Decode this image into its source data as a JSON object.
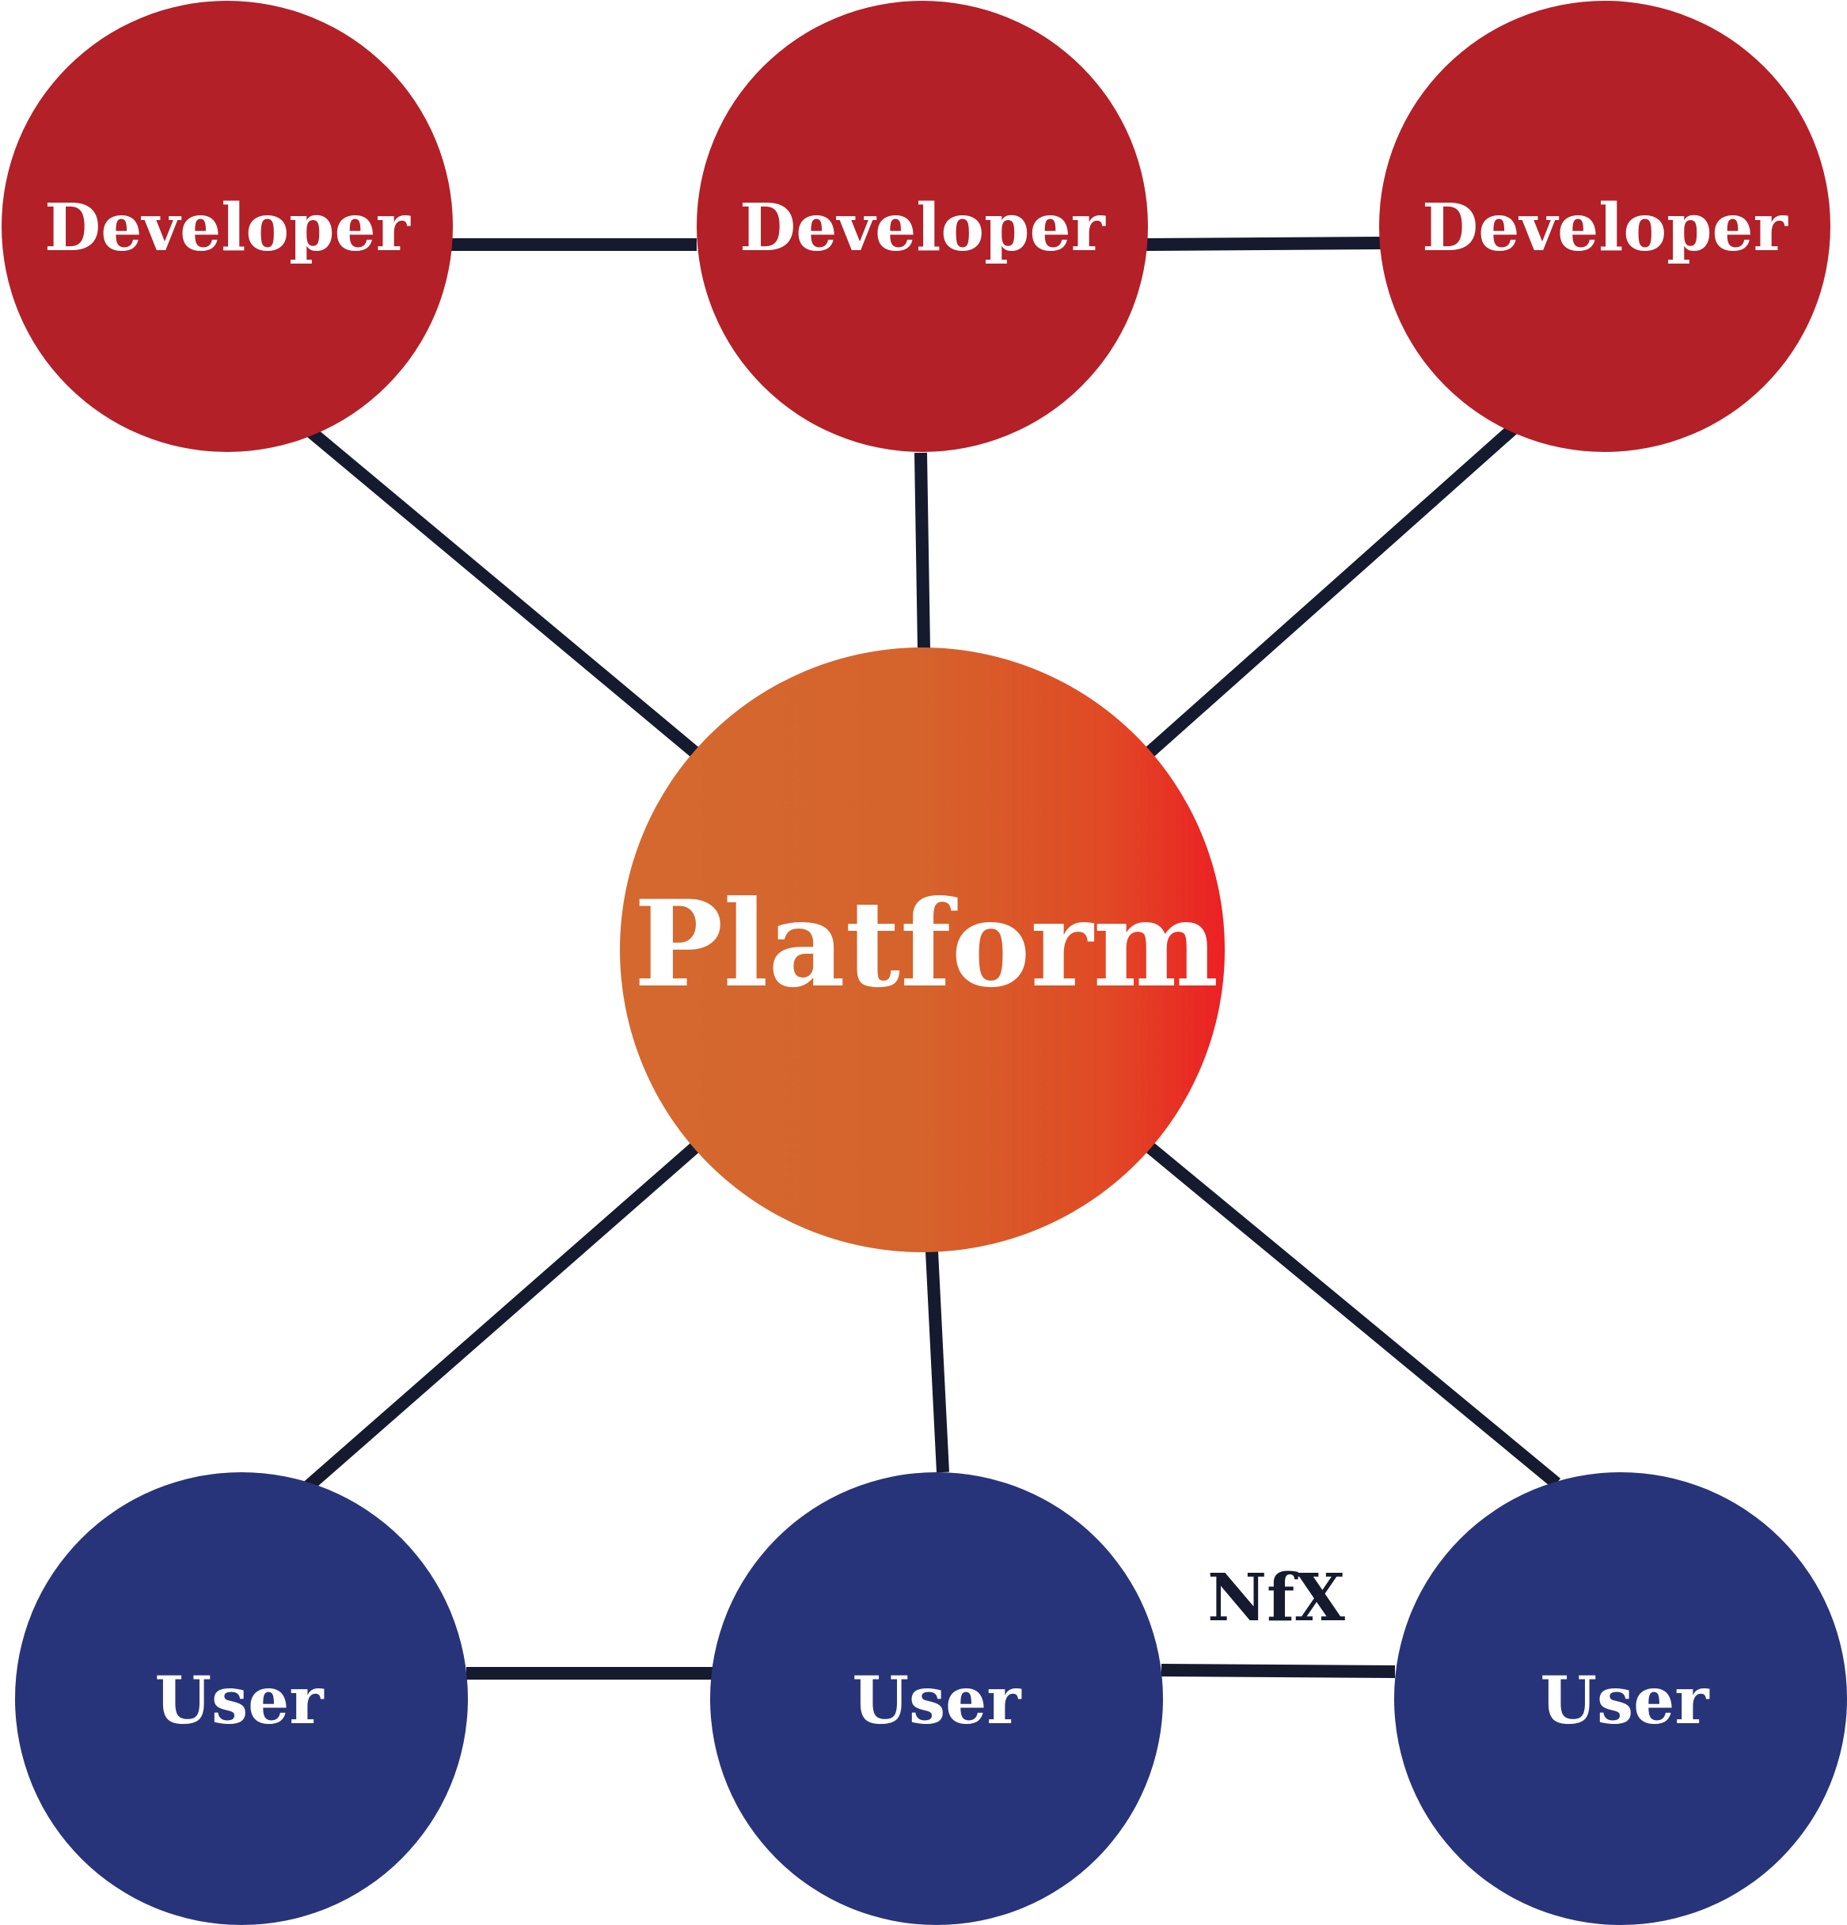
{
  "diagram": {
    "platform": {
      "label": "Platform"
    },
    "developers": [
      {
        "label": "Developer"
      },
      {
        "label": "Developer"
      },
      {
        "label": "Developer"
      }
    ],
    "users": [
      {
        "label": "User"
      },
      {
        "label": "User"
      },
      {
        "label": "User"
      }
    ],
    "brand": {
      "label": "NfX"
    }
  },
  "colors": {
    "developer": "#b32028",
    "user": "#27347a",
    "platform_start": "#d4692f",
    "platform_end": "#ec2024",
    "edge": "#161a2e"
  }
}
